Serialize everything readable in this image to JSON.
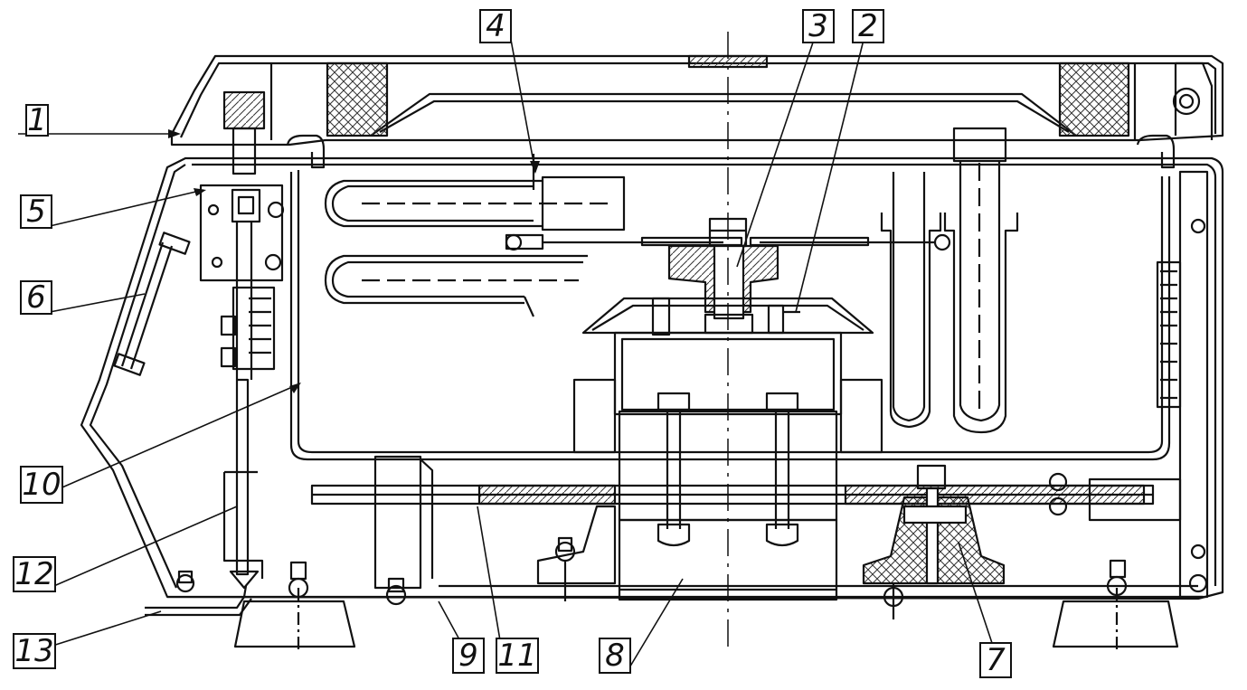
{
  "diagram": {
    "callouts": [
      {
        "id": "c1",
        "label": "1"
      },
      {
        "id": "c2",
        "label": "2"
      },
      {
        "id": "c3",
        "label": "3"
      },
      {
        "id": "c4",
        "label": "4"
      },
      {
        "id": "c5",
        "label": "5"
      },
      {
        "id": "c6",
        "label": "6"
      },
      {
        "id": "c7",
        "label": "7"
      },
      {
        "id": "c8",
        "label": "8"
      },
      {
        "id": "c9",
        "label": "9"
      },
      {
        "id": "c10",
        "label": "10"
      },
      {
        "id": "c11",
        "label": "11"
      },
      {
        "id": "c12",
        "label": "12"
      },
      {
        "id": "c13",
        "label": "13"
      }
    ],
    "colors": {
      "line": "#111111",
      "background": "#ffffff",
      "hatch": "#333333"
    }
  }
}
